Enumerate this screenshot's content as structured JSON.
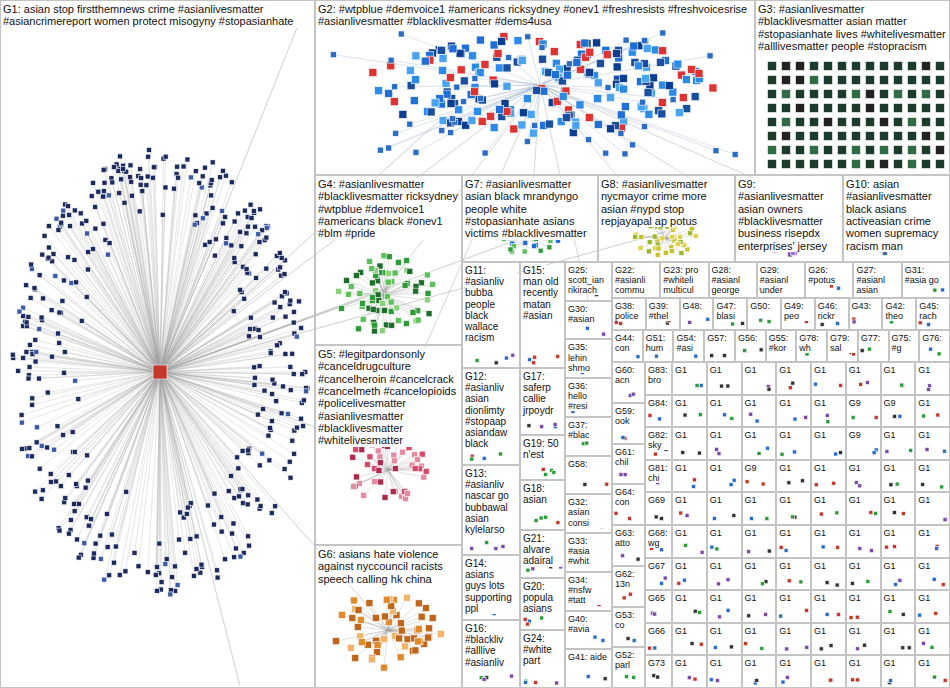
{
  "diagram": {
    "nodes": [
      {
        "text": [
          "G1: asian stop firstthemnews crime #asianlivesmatter #asiancrimereport women protect misogyny #stopasianhate"
        ]
      },
      {
        "text": [
          "G2: #wtpblue #demvoice1 #americans ricksydney #onev1 #freshresists #freshvoicesrise #asianlivesmatter #blacklivesmatter #dems4usa"
        ]
      },
      {
        "text": [
          "G3: #asianlivesmatter #blacklivesmatter asian matter #stopasianhate lives #whitelivesmatter #alllivesmatter people #stopracism"
        ]
      },
      {
        "text": [
          "G4: #asianlivesmatter #blacklivesmatter ricksydney #wtpblue #demvoice1 #americans black #onev1 #blm #pride"
        ]
      },
      {
        "text": [
          "G7: #asianlivesmatter asian black mrandyngo people white #stopasianhate asians victims #blacklivesmatter"
        ]
      },
      {
        "text": [
          "G8: #asianlivesmatter nycmayor crime more asian #nypd stop repjayapal ap potus"
        ]
      },
      {
        "text": [
          "G9: #asianlivesmatter asian owners #blacklivesmatter business risepdx enterprises' jersey"
        ]
      },
      {
        "text": [
          "G10: asian #asianlivesmatter black asians activeasian crime women supremacy racism man"
        ]
      },
      {
        "text": [
          "G5: #legitpardonsonly #canceldrugculture #cancelheroin #cancelcrack #cancelmeth #cancelopioids #policelivesmatter #asianlivesmatter #blacklivesmatter #whitelivesmatter"
        ]
      },
      {
        "text": [
          "G6: asians hate violence against nyccouncil racists speech calling hk china"
        ]
      },
      {
        "text": [
          "G11: #asianliv bubba people black wallace racism"
        ]
      },
      {
        "text": [
          "G12: #asianliv asian dionlimty #stopaap asiandaw black"
        ]
      },
      {
        "text": [
          "G13: #asianliv nascar go bubbawal asian kylelarso"
        ]
      },
      {
        "text": [
          "G14: asians guys lots supporting ppl"
        ]
      },
      {
        "text": [
          "G16: #blackliv #alllive #asianliv"
        ]
      },
      {
        "text": [
          "G15: man old recently matan #asian"
        ]
      },
      {
        "text": [
          "G17: saferp callie jrpoydr"
        ]
      },
      {
        "text": [
          "G19: 50 n'est"
        ]
      },
      {
        "text": [
          "G18: asian"
        ]
      },
      {
        "text": [
          "G21: alvare adairal"
        ]
      },
      {
        "text": [
          "G20: popula asians"
        ]
      },
      {
        "text": [
          "G24: #white part"
        ]
      },
      {
        "text": [
          "G25: scott_ian rikirach"
        ]
      },
      {
        "text": [
          "G30: #asian"
        ]
      },
      {
        "text": [
          "G35: lehin shmo"
        ]
      },
      {
        "text": [
          "G36: hello #resi"
        ]
      },
      {
        "text": [
          "G37: #blac"
        ]
      },
      {
        "text": [
          "G58:"
        ]
      },
      {
        "text": [
          "G32: asian consi"
        ]
      },
      {
        "text": [
          "G33: #asia #whit"
        ]
      },
      {
        "text": [
          "G34: #nsfw #tatt"
        ]
      },
      {
        "text": [
          "G40: #avia"
        ]
      },
      {
        "text": [
          "G41: aide"
        ]
      },
      {
        "text": [
          "G22: #asianli commu"
        ]
      },
      {
        "text": [
          "G23: pro #whiteli multicul"
        ]
      },
      {
        "text": [
          "G28: #asianl george"
        ]
      },
      {
        "text": [
          "G29: #asianl under"
        ]
      },
      {
        "text": [
          "G26: #potus"
        ]
      },
      {
        "text": [
          "G27: #asianl asian"
        ]
      },
      {
        "text": [
          "G31: #asia go"
        ]
      },
      {
        "text": [
          "G38: police"
        ]
      },
      {
        "text": [
          "G39: #thel"
        ]
      },
      {
        "text": [
          "G48:"
        ]
      },
      {
        "text": [
          "G47: blasi"
        ]
      },
      {
        "text": [
          "G50:"
        ]
      },
      {
        "text": [
          "G49: peo"
        ]
      },
      {
        "text": [
          "G46: rickr"
        ]
      },
      {
        "text": [
          "G43:"
        ]
      },
      {
        "text": [
          "G42: theo"
        ]
      },
      {
        "text": [
          "G45: rach"
        ]
      },
      {
        "text": [
          "G44: con"
        ]
      },
      {
        "text": [
          "G51: hum"
        ]
      },
      {
        "text": [
          "G54: #asi"
        ]
      },
      {
        "text": [
          "G57:"
        ]
      },
      {
        "text": [
          "G56:"
        ]
      },
      {
        "text": [
          "G55: #kor"
        ]
      },
      {
        "text": [
          "G78: wh"
        ]
      },
      {
        "text": [
          "G79: sal"
        ]
      },
      {
        "text": [
          "G77:"
        ]
      },
      {
        "text": [
          "G75: #g"
        ]
      },
      {
        "text": [
          "G76:"
        ]
      },
      {
        "text": [
          "G60: acn"
        ]
      },
      {
        "text": [
          "G59: ook"
        ]
      },
      {
        "text": [
          "G61: chil"
        ]
      },
      {
        "text": [
          "G64: con"
        ]
      },
      {
        "text": [
          "G63: atto"
        ]
      },
      {
        "text": [
          "G62: 13n"
        ]
      },
      {
        "text": [
          "G53: co"
        ]
      },
      {
        "text": [
          "G52: parl"
        ]
      },
      {
        "text": [
          "G83: bro"
        ]
      },
      {
        "text": [
          "G84:"
        ]
      },
      {
        "text": [
          "G82: sky"
        ]
      },
      {
        "text": [
          "G81: chi"
        ]
      },
      {
        "text": [
          "G69"
        ]
      },
      {
        "text": [
          "G68: wg"
        ]
      },
      {
        "text": [
          "G67"
        ]
      },
      {
        "text": [
          "G65"
        ]
      },
      {
        "text": [
          "G66"
        ]
      },
      {
        "text": [
          "G73"
        ]
      },
      {
        "text": [
          "G1"
        ]
      },
      {
        "text": [
          "G1"
        ]
      },
      {
        "text": [
          "G1"
        ]
      },
      {
        "text": [
          "G1"
        ]
      },
      {
        "text": [
          "G1"
        ]
      },
      {
        "text": [
          "G1"
        ]
      },
      {
        "text": [
          "G1"
        ]
      },
      {
        "text": [
          "G1"
        ]
      },
      {
        "text": [
          "G1"
        ]
      },
      {
        "text": [
          "G1"
        ]
      },
      {
        "text": [
          "G1"
        ]
      },
      {
        "text": [
          "G1"
        ]
      },
      {
        "text": [
          "G1"
        ]
      },
      {
        "text": [
          "G9"
        ]
      },
      {
        "text": [
          "G9"
        ]
      },
      {
        "text": [
          "G1"
        ]
      },
      {
        "text": [
          "G1"
        ]
      },
      {
        "text": [
          "G1"
        ]
      },
      {
        "text": [
          "G1"
        ]
      },
      {
        "text": [
          "G1"
        ]
      },
      {
        "text": [
          "G1"
        ]
      },
      {
        "text": [
          "G9"
        ]
      },
      {
        "text": [
          "G1"
        ]
      },
      {
        "text": [
          "G1"
        ]
      },
      {
        "text": [
          "G1"
        ]
      },
      {
        "text": [
          "G1"
        ]
      },
      {
        "text": [
          "G9"
        ]
      },
      {
        "text": [
          "G1"
        ]
      },
      {
        "text": [
          "G1"
        ]
      },
      {
        "text": [
          "G1"
        ]
      },
      {
        "text": [
          "G1"
        ]
      },
      {
        "text": [
          "G1"
        ]
      },
      {
        "text": [
          "G1"
        ]
      },
      {
        "text": [
          "G1"
        ]
      },
      {
        "text": [
          "G1"
        ]
      },
      {
        "text": [
          "G1"
        ]
      },
      {
        "text": [
          "G1"
        ]
      },
      {
        "text": [
          "G1"
        ]
      },
      {
        "text": [
          "G1"
        ]
      },
      {
        "text": [
          "G1"
        ]
      },
      {
        "text": [
          "G1"
        ]
      },
      {
        "text": [
          "G1"
        ]
      },
      {
        "text": [
          "G1"
        ]
      },
      {
        "text": [
          "G1"
        ]
      },
      {
        "text": [
          "G1"
        ]
      },
      {
        "text": [
          "G1"
        ]
      },
      {
        "text": [
          "G1"
        ]
      },
      {
        "text": [
          "G1"
        ]
      },
      {
        "text": [
          "G1"
        ]
      },
      {
        "text": [
          "G1"
        ]
      },
      {
        "text": [
          "G1"
        ]
      },
      {
        "text": [
          "G1"
        ]
      },
      {
        "text": [
          "G1"
        ]
      },
      {
        "text": [
          "G1"
        ]
      },
      {
        "text": [
          "G1"
        ]
      },
      {
        "text": [
          "G1"
        ]
      },
      {
        "text": [
          "G1"
        ]
      },
      {
        "text": [
          "G1"
        ]
      },
      {
        "text": [
          "G1"
        ]
      },
      {
        "text": [
          "G1"
        ]
      },
      {
        "text": [
          "G1"
        ]
      },
      {
        "text": [
          "G1"
        ]
      },
      {
        "text": [
          "G1"
        ]
      },
      {
        "text": [
          "G1"
        ]
      },
      {
        "text": [
          "G1"
        ]
      },
      {
        "text": [
          "G1"
        ]
      },
      {
        "text": [
          "G1"
        ]
      },
      {
        "text": [
          "G1"
        ]
      },
      {
        "text": [
          "G1"
        ]
      },
      {
        "text": [
          "G1"
        ]
      },
      {
        "text": [
          "G1"
        ]
      },
      {
        "text": [
          "G1"
        ]
      },
      {
        "text": [
          "G1"
        ]
      },
      {
        "text": [
          "G1"
        ]
      },
      {
        "text": [
          "G1"
        ]
      },
      {
        "text": [
          "G1"
        ]
      },
      {
        "text": [
          "G1"
        ]
      },
      {
        "text": [
          "G1"
        ]
      },
      {
        "text": [
          "G1"
        ]
      },
      {
        "text": [
          "G1"
        ]
      }
    ]
  }
}
